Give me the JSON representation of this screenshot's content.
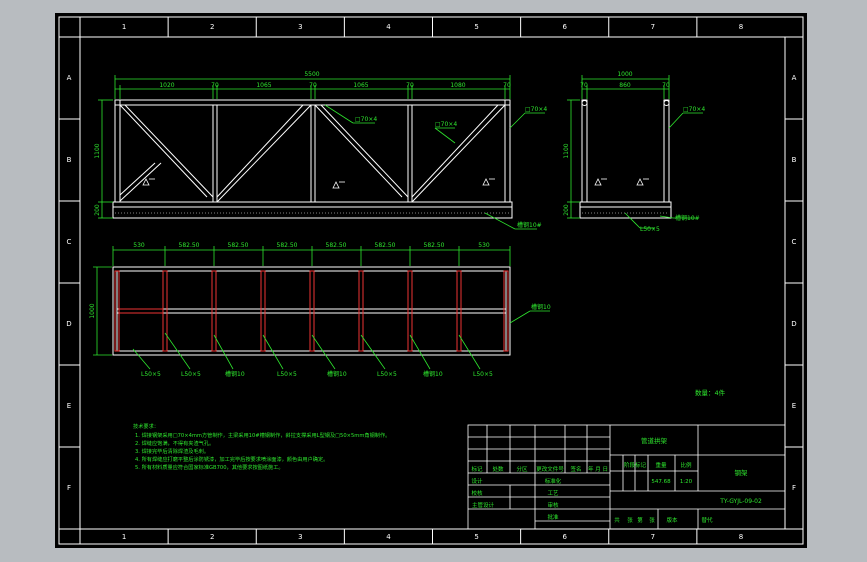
{
  "frame": {
    "columns": [
      "1",
      "2",
      "3",
      "4",
      "5",
      "6",
      "7",
      "8"
    ],
    "rows": [
      "A",
      "B",
      "C",
      "D",
      "E",
      "F"
    ]
  },
  "front_view": {
    "overall_width": "5500",
    "bay_widths": [
      "1020",
      "70",
      "1065",
      "70",
      "1065",
      "70",
      "1080",
      "70"
    ],
    "height": "1100",
    "base_height": "200",
    "labels": {
      "tube_1": "□70×4",
      "tube_2": "□70×4",
      "tube_3": "□70×4",
      "channel": "槽钢10#"
    }
  },
  "side_view": {
    "overall_width": "1000",
    "dims": [
      "70",
      "860",
      "70"
    ],
    "height": "1100",
    "base_height": "200",
    "labels": {
      "tube": "□70×4",
      "channel": "槽钢10#",
      "angle": "L50×5"
    }
  },
  "plan_view": {
    "dims": [
      "530",
      "582.50",
      "582.50",
      "582.50",
      "582.50",
      "582.50",
      "582.50",
      "530"
    ],
    "depth": "1000",
    "labels": [
      "L50×5",
      "L50×5",
      "槽钢10",
      "L50×5",
      "槽钢10",
      "L50×5",
      "槽钢10",
      "L50×5"
    ],
    "side_label": "槽钢10"
  },
  "quantity": "数量：4件",
  "notes": {
    "title": "技术要求：",
    "lines": [
      "1. 焊接钢架采用□70×4mm方管制作，主梁采用10#槽钢制作，斜拉支撑采用L型钢及□50×5mm角钢制作。",
      "2. 焊缝应饱满，不得有夹渣气孔。",
      "3. 焊接完毕后清除焊渣及毛刺。",
      "4. 所有焊缝应打磨平整后涂防锈漆，加工完毕后按要求喷涂面漆，颜色由用户确定。",
      "5. 所有材料质量应符合国家标准GB700，其他要求按图纸施工。"
    ]
  },
  "title_block": {
    "drawing_name": "管道拱架",
    "material": "钢架",
    "drawing_no": "TY-GYJL-09-02",
    "headers": [
      "标记",
      "处数",
      "分区",
      "更改文件号",
      "签名",
      "年 月 日"
    ],
    "stage_headers": [
      "阶段标记",
      "重量",
      "比例"
    ],
    "weight": "547.68",
    "scale": "1:20",
    "roles": [
      "设计",
      "校核",
      "主管设计"
    ],
    "roles2": [
      "标准化",
      "工艺",
      "审核",
      "批准"
    ],
    "bottom": [
      "共",
      "张",
      "第",
      "张",
      "版本",
      "替代"
    ]
  }
}
